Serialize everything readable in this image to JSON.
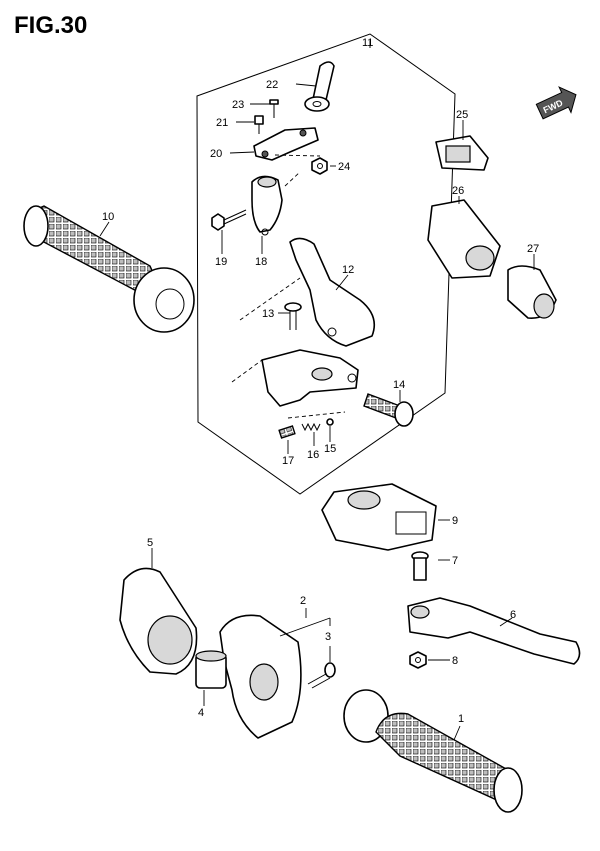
{
  "figure": {
    "title": "FIG.30"
  },
  "direction_badge": {
    "text": "FWD"
  },
  "parts": [
    {
      "id": "p1",
      "number": "1"
    },
    {
      "id": "p2",
      "number": "2"
    },
    {
      "id": "p3",
      "number": "3"
    },
    {
      "id": "p4",
      "number": "4"
    },
    {
      "id": "p5",
      "number": "5"
    },
    {
      "id": "p6",
      "number": "6"
    },
    {
      "id": "p7",
      "number": "7"
    },
    {
      "id": "p8",
      "number": "8"
    },
    {
      "id": "p9",
      "number": "9"
    },
    {
      "id": "p10",
      "number": "10"
    },
    {
      "id": "p11",
      "number": "11"
    },
    {
      "id": "p12",
      "number": "12"
    },
    {
      "id": "p13",
      "number": "13"
    },
    {
      "id": "p14",
      "number": "14"
    },
    {
      "id": "p15",
      "number": "15"
    },
    {
      "id": "p16",
      "number": "16"
    },
    {
      "id": "p17",
      "number": "17"
    },
    {
      "id": "p18",
      "number": "18"
    },
    {
      "id": "p19",
      "number": "19"
    },
    {
      "id": "p20",
      "number": "20"
    },
    {
      "id": "p21",
      "number": "21"
    },
    {
      "id": "p22",
      "number": "22"
    },
    {
      "id": "p23",
      "number": "23"
    },
    {
      "id": "p24",
      "number": "24"
    },
    {
      "id": "p25",
      "number": "25"
    },
    {
      "id": "p26",
      "number": "26"
    },
    {
      "id": "p27",
      "number": "27"
    }
  ]
}
